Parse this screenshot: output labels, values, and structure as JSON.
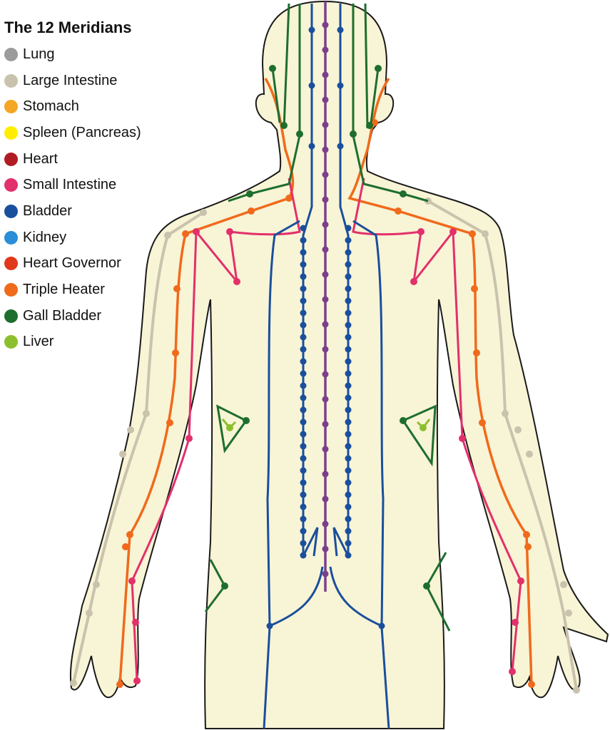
{
  "legend": {
    "title": "The 12 Meridians",
    "items": [
      {
        "label": "Lung",
        "color": "#9b9b9b"
      },
      {
        "label": "Large Intestine",
        "color": "#c9c2ad"
      },
      {
        "label": "Stomach",
        "color": "#f5a623"
      },
      {
        "label": "Spleen (Pancreas)",
        "color": "#ffee00"
      },
      {
        "label": "Heart",
        "color": "#b01c22"
      },
      {
        "label": "Small Intestine",
        "color": "#e2306b"
      },
      {
        "label": "Bladder",
        "color": "#1a4f9c"
      },
      {
        "label": "Kidney",
        "color": "#2a8fd8"
      },
      {
        "label": "Heart Governor",
        "color": "#e03818"
      },
      {
        "label": "Triple Heater",
        "color": "#f06a1c"
      },
      {
        "label": "Gall Bladder",
        "color": "#1e6e2e"
      },
      {
        "label": "Liver",
        "color": "#8cbf2e"
      }
    ]
  },
  "colors": {
    "skin": "#f8f4d6",
    "outline": "#1a1a1a",
    "governing": "#7b3f8c",
    "bladder": "#1a4f9c",
    "gall_bladder": "#1e6e2e",
    "liver": "#8cbf2e",
    "small_intestine": "#e2306b",
    "triple_heater": "#f06a1c",
    "large_intestine": "#c9c2ad"
  }
}
